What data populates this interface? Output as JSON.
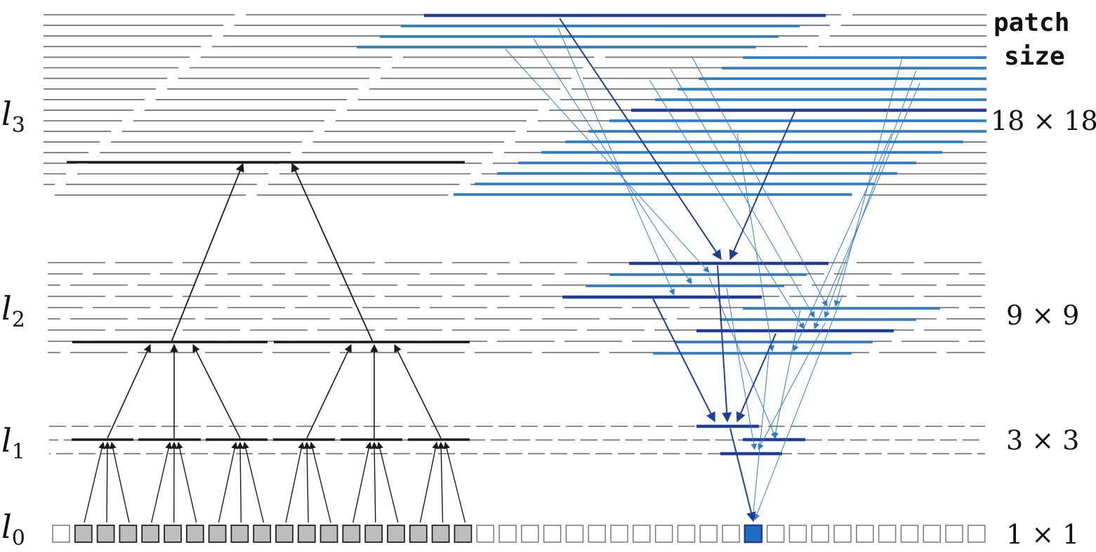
{
  "title": {
    "line1": "patch",
    "line2": "size"
  },
  "levels": [
    {
      "base": "l",
      "sub": "3",
      "patch_size": "18 × 18"
    },
    {
      "base": "l",
      "sub": "2",
      "patch_size": "9 × 9"
    },
    {
      "base": "l",
      "sub": "1",
      "patch_size": "3 × 3"
    },
    {
      "base": "l",
      "sub": "0",
      "patch_size": "1 × 1"
    }
  ],
  "colors": {
    "grey_line": "#666666",
    "black": "#1a1a1a",
    "blue_dark": "#1f3d99",
    "blue_light": "#2f7fc8",
    "cell_grey": "#bdbdbd",
    "cell_blue": "#1e6fc0"
  }
}
